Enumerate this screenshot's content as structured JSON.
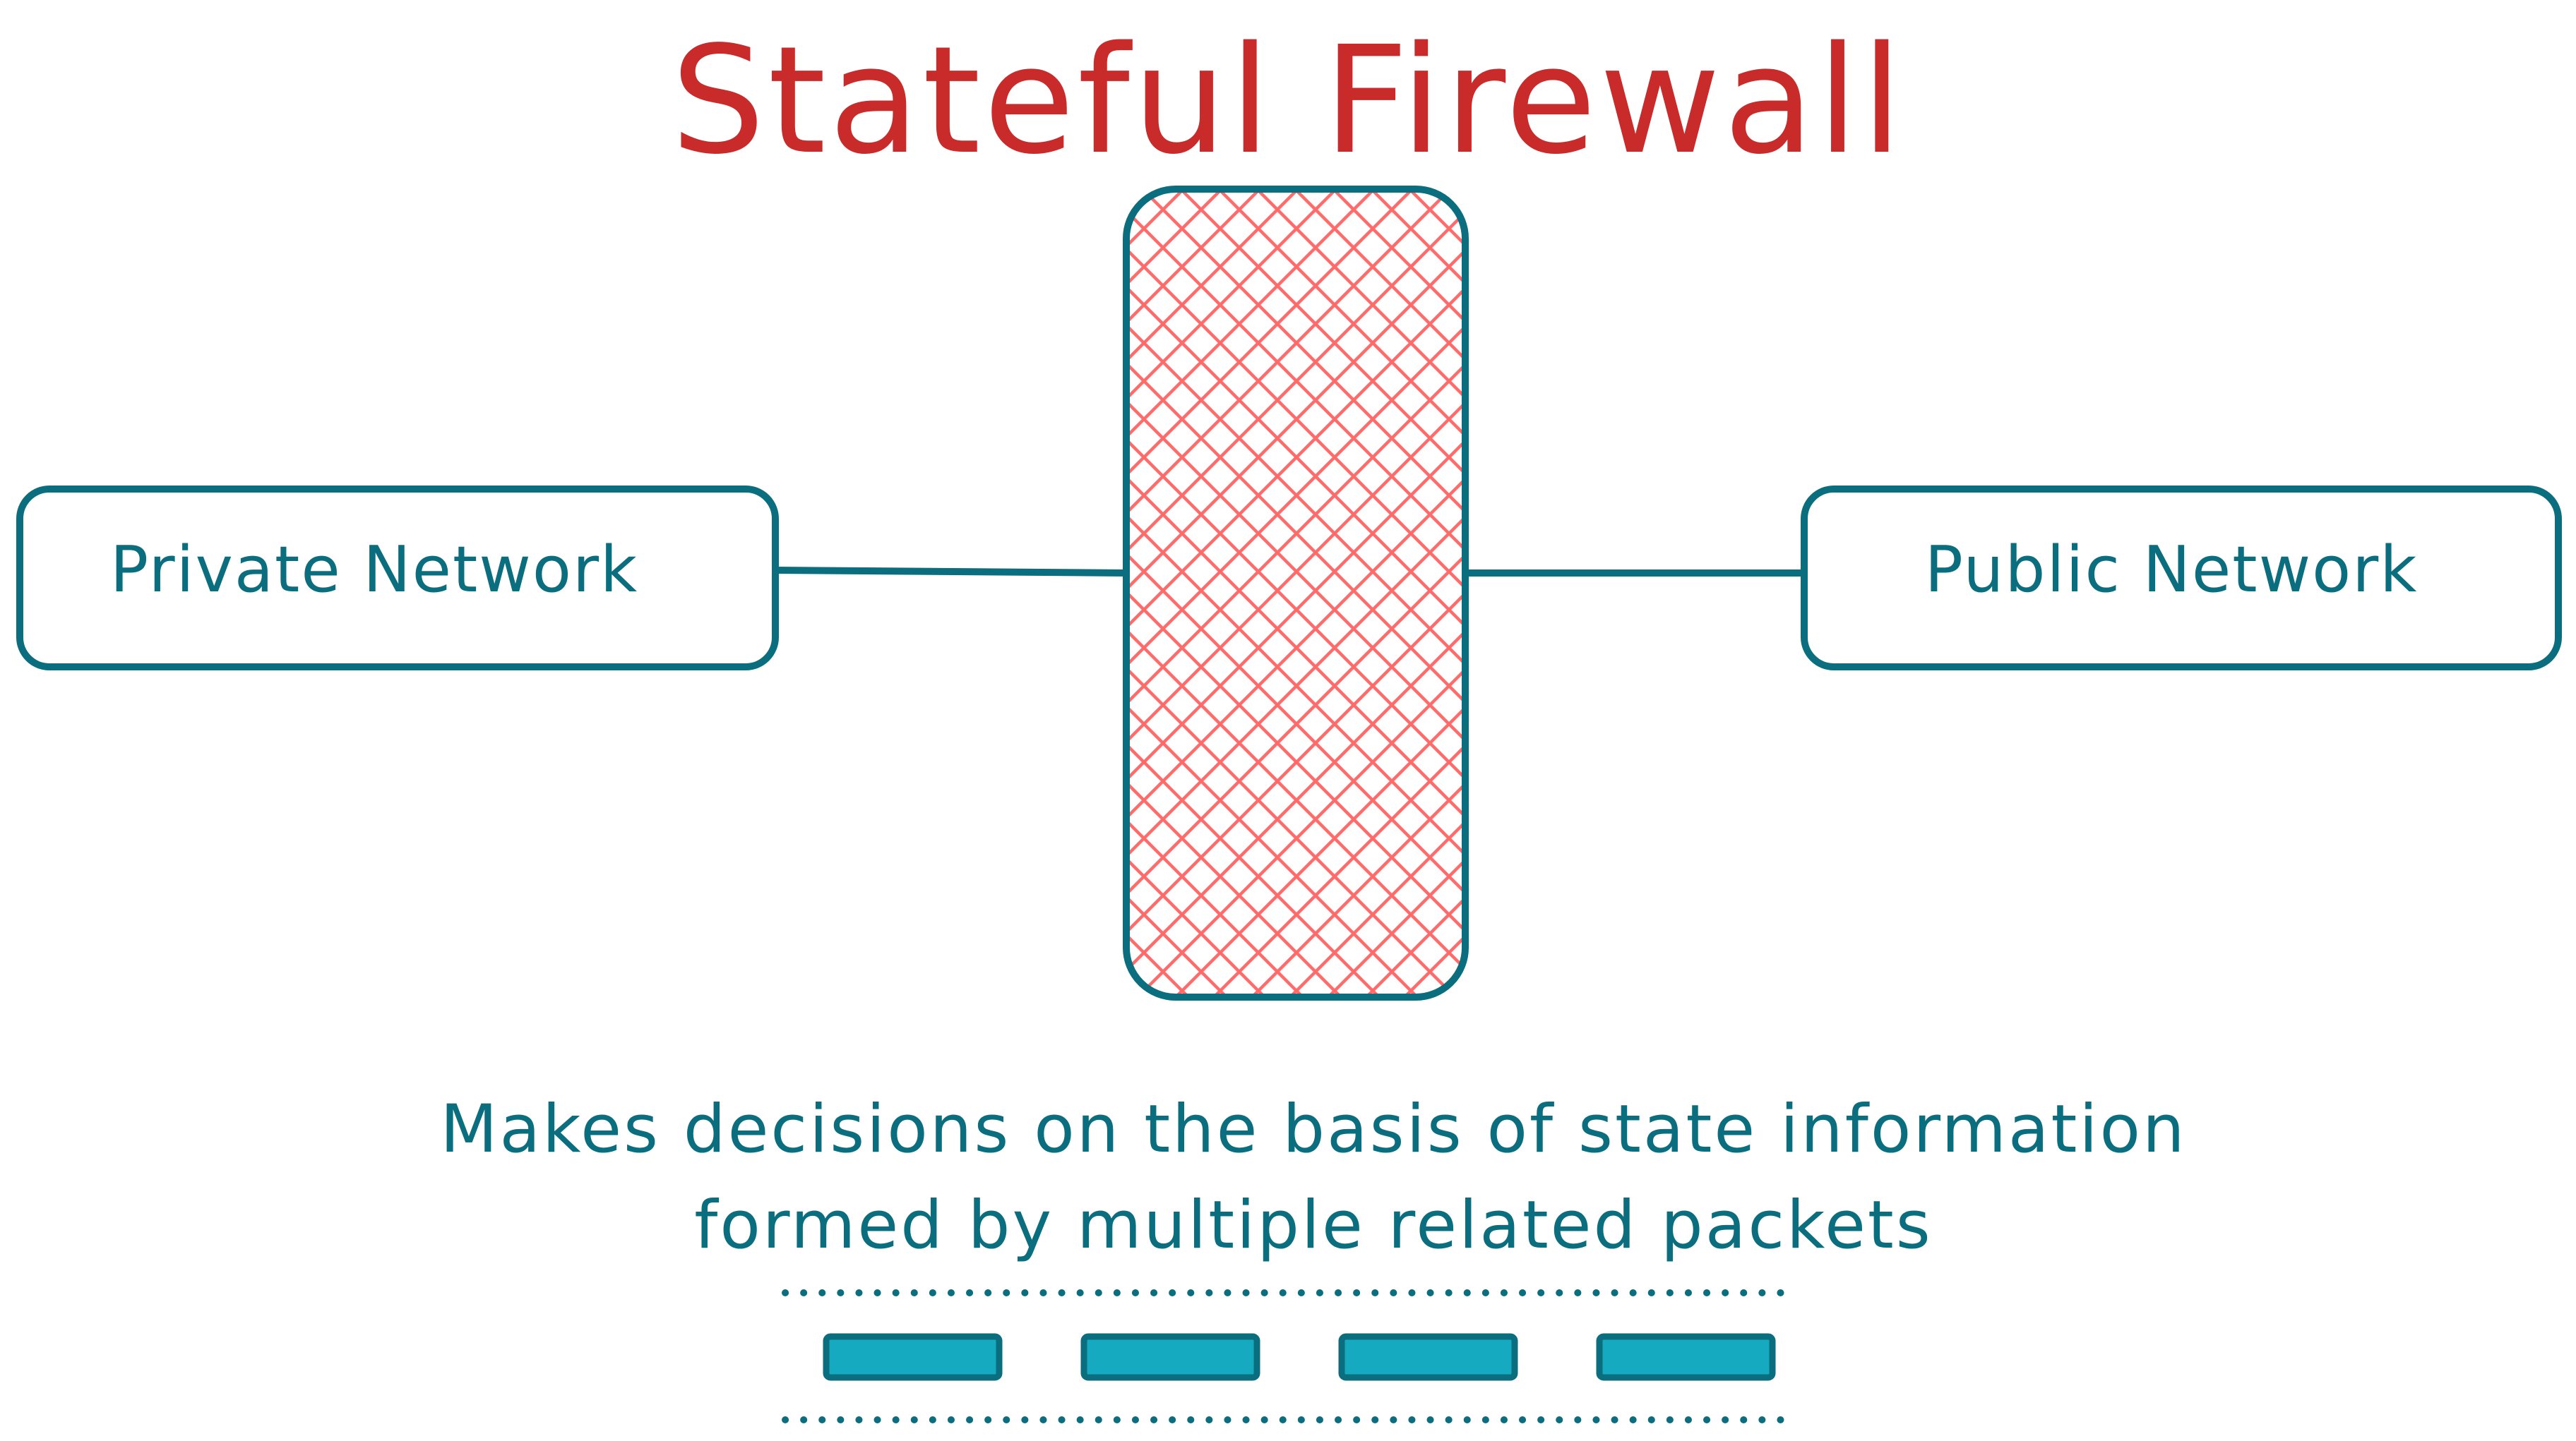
{
  "title": "Stateful Firewall",
  "nodes": {
    "private": {
      "label": "Private Network"
    },
    "public": {
      "label": "Public Network"
    },
    "firewall": {
      "label": ""
    }
  },
  "description": {
    "line1": "Makes decisions on the basis of state information",
    "line2": "formed by multiple related packets"
  },
  "packets": {
    "count": 4
  },
  "colors": {
    "title": "#c92a2a",
    "stroke": "#0b6e7f",
    "hatch": "#ff6b6b",
    "packet_fill": "#15aabf",
    "background": "#ffffff"
  }
}
